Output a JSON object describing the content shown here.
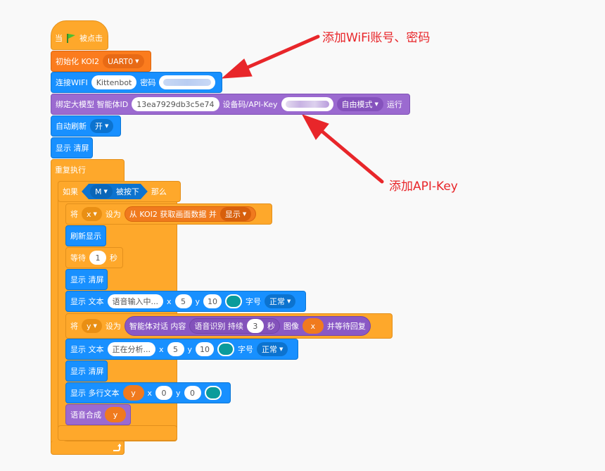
{
  "annotations": {
    "wifi_note": "添加WiFi账号、密码",
    "apikey_note": "添加API-Key"
  },
  "colors": {
    "events": "#fea82b",
    "koi": "#fb7c1e",
    "display": "#1890ff",
    "ai": "#9b6ad0",
    "annotation": "#e8262a"
  },
  "blocks": {
    "hat": {
      "prefix": "当",
      "suffix": "被点击",
      "icon": "green-flag-icon"
    },
    "init": {
      "label": "初始化 KOI2",
      "port": "UART0"
    },
    "wifi": {
      "label": "连接WIFI",
      "ssid": "Kittenbot",
      "pwd_label": "密码"
    },
    "bind": {
      "label": "绑定大模型 智能体ID",
      "agent_id": "13ea7929db3c5e74",
      "key_label": "设备码/API-Key",
      "mode": "自由模式",
      "run_label": "运行"
    },
    "autorefresh": {
      "label": "自动刷新",
      "value": "开"
    },
    "clear1": {
      "label": "显示 清屏"
    },
    "repeat": {
      "label": "重复执行"
    },
    "if": {
      "prefix": "如果",
      "key": "M",
      "pressed": "被按下",
      "then": "那么"
    },
    "set_x": {
      "label": "将",
      "var": "x",
      "set": "设为",
      "reporter": "从 KOI2 获取画面数据 并",
      "action": "显示"
    },
    "refresh": {
      "label": "刷新显示"
    },
    "wait": {
      "label": "等待",
      "value": "1",
      "unit": "秒"
    },
    "clear2": {
      "label": "显示 清屏"
    },
    "text1": {
      "label": "显示 文本",
      "text": "语音输入中...",
      "x_label": "x",
      "x": "5",
      "y_label": "y",
      "y": "10",
      "font_label": "字号",
      "font": "正常"
    },
    "set_y": {
      "label": "将",
      "var": "y",
      "set": "设为",
      "reporter": "智能体对话 内容",
      "asr": "语音识别 持续",
      "asr_secs": "3",
      "asr_unit": "秒",
      "img_label": "图像",
      "img_var": "x",
      "tail": "并等待回复"
    },
    "text2": {
      "label": "显示 文本",
      "text": "正在分析...",
      "x_label": "x",
      "x": "5",
      "y_label": "y",
      "y": "10",
      "font_label": "字号",
      "font": "正常"
    },
    "clear3": {
      "label": "显示 清屏"
    },
    "multitext": {
      "label": "显示 多行文本",
      "var": "y",
      "x_label": "x",
      "x": "0",
      "y_label": "y",
      "y": "0"
    },
    "tts": {
      "label": "语音合成",
      "var": "y"
    },
    "loop_icon": "loop-arrow-icon"
  }
}
